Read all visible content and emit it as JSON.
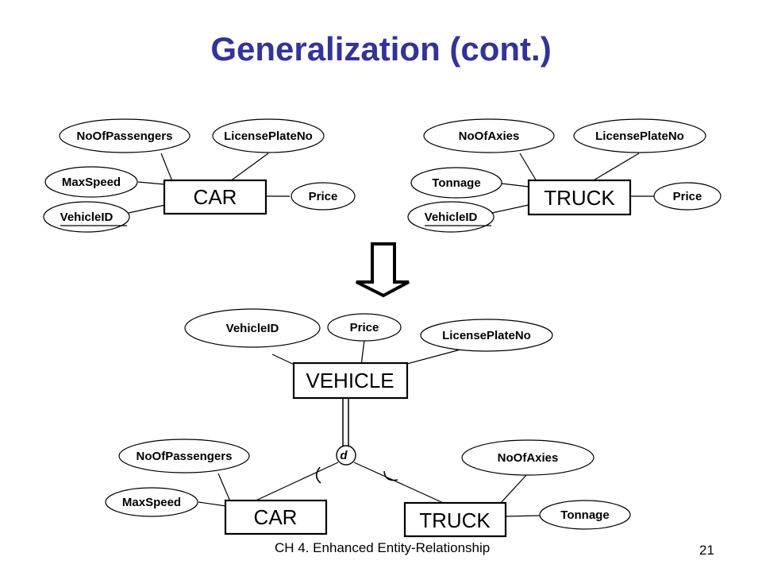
{
  "slide": {
    "title": "Generalization (cont.)",
    "footer": "CH 4. Enhanced Entity-Relationship",
    "page_number": "21"
  },
  "car_top": {
    "entity": "CAR",
    "attributes": {
      "no_of_passengers": "NoOfPassengers",
      "license_plate_no": "LicensePlateNo",
      "max_speed": "MaxSpeed",
      "vehicle_id": "VehicleID",
      "price": "Price"
    }
  },
  "truck_top": {
    "entity": "TRUCK",
    "attributes": {
      "no_of_axies": "NoOfAxies",
      "license_plate_no": "LicensePlateNo",
      "tonnage": "Tonnage",
      "vehicle_id": "VehicleID",
      "price": "Price"
    }
  },
  "vehicle": {
    "entity": "VEHICLE",
    "attributes": {
      "vehicle_id": "VehicleID",
      "price": "Price",
      "license_plate_no": "LicensePlateNo"
    }
  },
  "specialization": {
    "disjoint_symbol": "d"
  },
  "car_bottom": {
    "entity": "CAR",
    "attributes": {
      "no_of_passengers": "NoOfPassengers",
      "max_speed": "MaxSpeed"
    }
  },
  "truck_bottom": {
    "entity": "TRUCK",
    "attributes": {
      "no_of_axies": "NoOfAxies",
      "tonnage": "Tonnage"
    }
  },
  "arrow": {
    "icon": "down-arrow-icon"
  }
}
